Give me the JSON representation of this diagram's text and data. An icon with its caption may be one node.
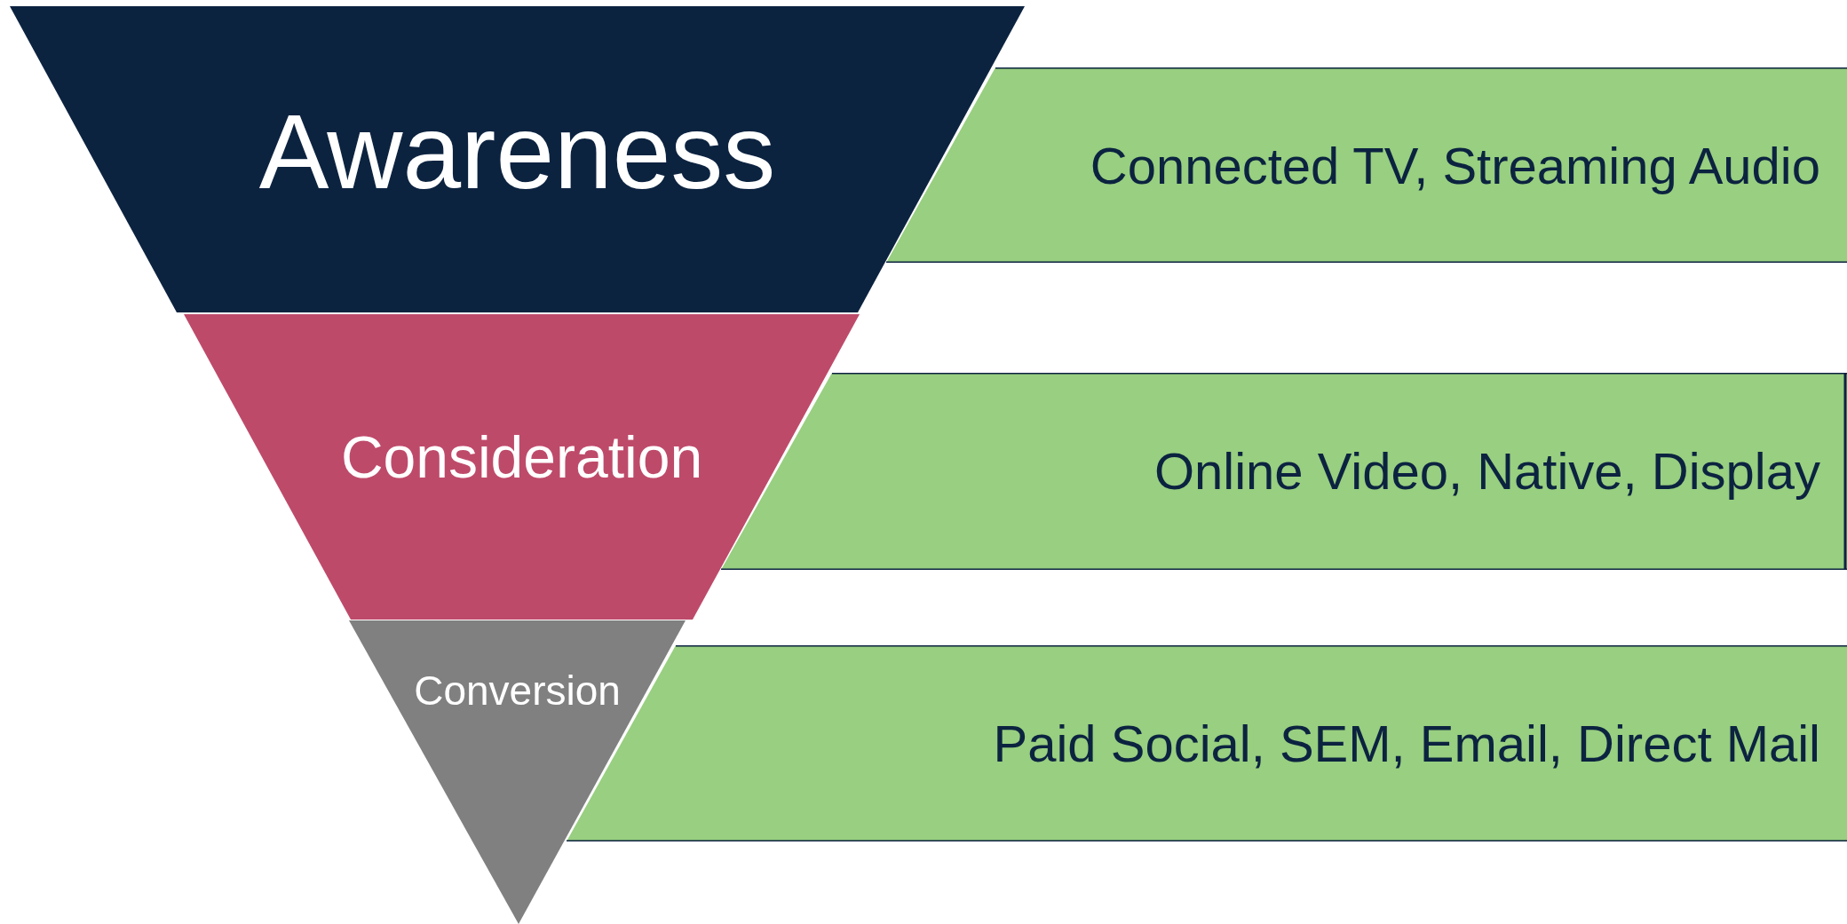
{
  "diagram": {
    "nodes": [
      {
        "text": [
          "Awareness"
        ]
      },
      {
        "text": [
          "Consideration"
        ]
      },
      {
        "text": [
          "Conversion"
        ]
      },
      {
        "text": [
          "Connected TV, Streaming Audio"
        ]
      },
      {
        "text": [
          "Online Video, Native, Display"
        ]
      },
      {
        "text": [
          "Paid Social, SEM, Email, Direct Mail"
        ]
      }
    ]
  }
}
